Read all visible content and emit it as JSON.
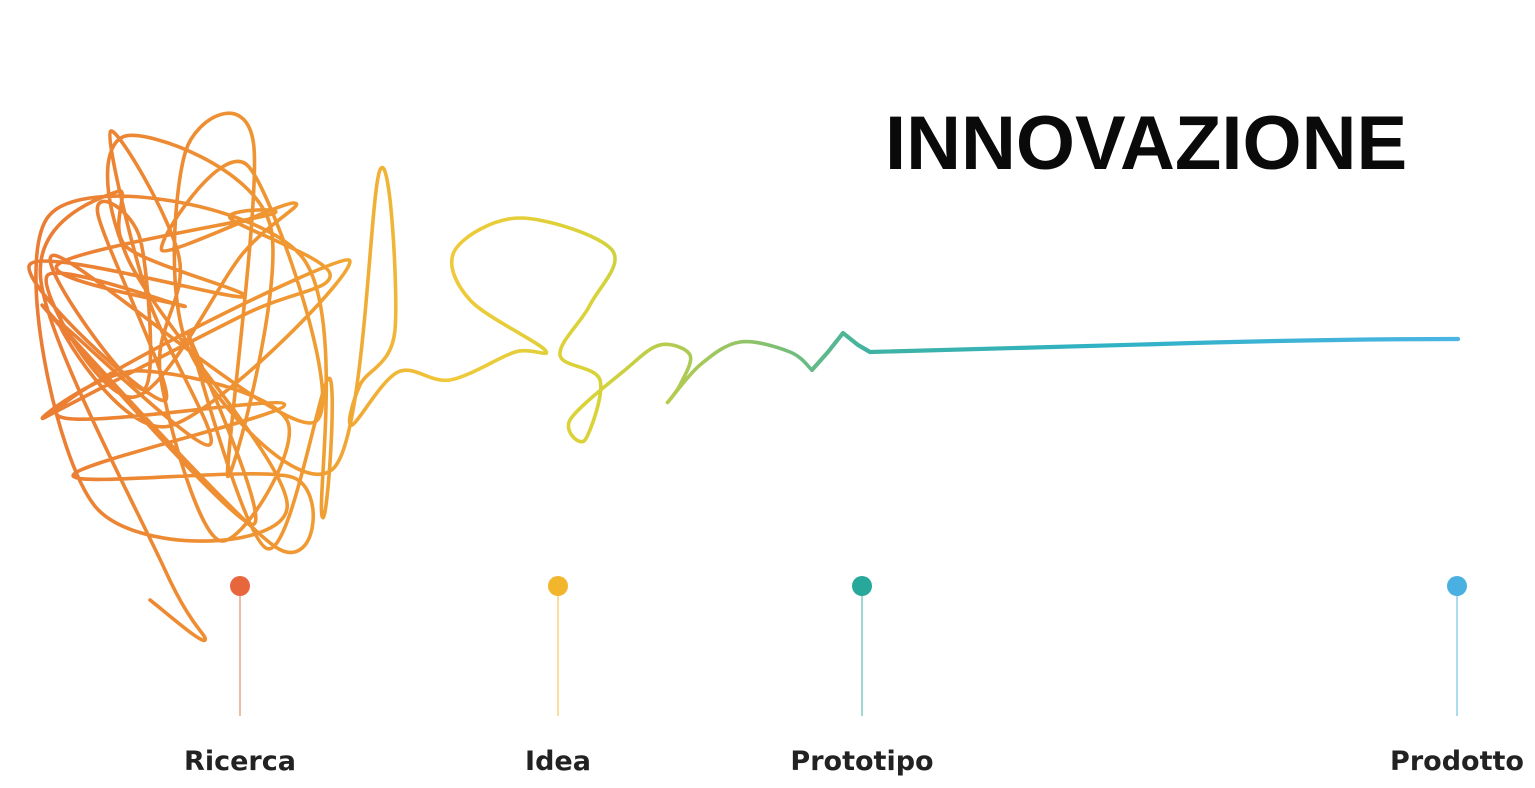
{
  "title": "INNOVAZIONE",
  "stages": [
    {
      "label": "Ricerca",
      "color": "#e8663c"
    },
    {
      "label": "Idea",
      "color": "#f2b62c"
    },
    {
      "label": "Prototipo",
      "color": "#27a89a"
    },
    {
      "label": "Prodotto",
      "color": "#4ab0e2"
    }
  ],
  "line_gradient": [
    "#ea7a34",
    "#f09a32",
    "#f0c93a",
    "#d8d338",
    "#8cc36a",
    "#3fb2a3",
    "#2fb2c4",
    "#4bb4e4"
  ]
}
